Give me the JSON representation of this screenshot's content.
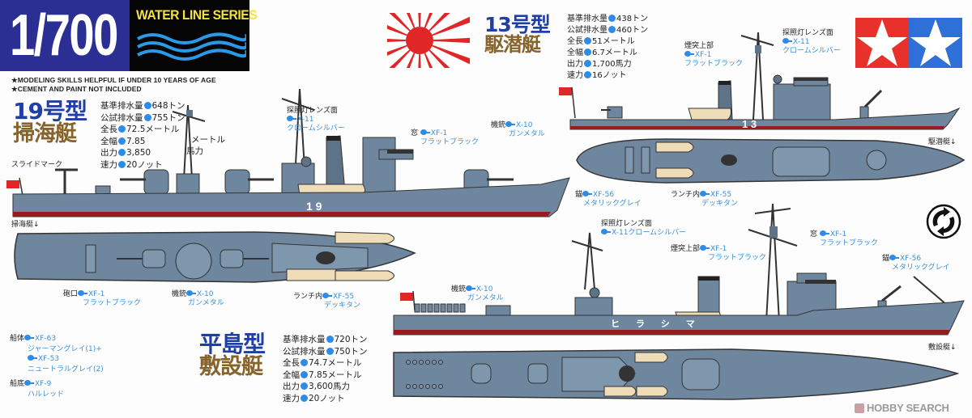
{
  "header": {
    "scale": "1/700",
    "series_title": "WATER LINE SERIES",
    "notes": [
      "★MODELING SKILLS HELPFUL IF UNDER 10 YEARS OF AGE",
      "★CEMENT AND PAINT NOT INCLUDED"
    ],
    "colors": {
      "scale_bg": "#2b2f94",
      "series_bg": "#050505",
      "series_text": "#f5e23a",
      "wave": "#2a9ae8",
      "tamiya_red": "#e8312a",
      "tamiya_blue": "#2f6fd8"
    }
  },
  "ships": {
    "no19": {
      "class_number": "19号型",
      "class_kind": "掃海艇",
      "specs": [
        {
          "label": "基準排水量",
          "value": "648トン"
        },
        {
          "label": "公試排水量",
          "value": "755トン"
        },
        {
          "label": "全長",
          "value": "72.5メートル"
        },
        {
          "label": "全幅",
          "value": "7.85"
        },
        {
          "label": "出力",
          "value": "3,850"
        },
        {
          "label": "速力",
          "value": "20ノット"
        }
      ],
      "spec_suffix_width": "メートル",
      "spec_suffix_power": "馬力",
      "hull_number": "19",
      "slide_mark_label": "スライドマーク",
      "topview_label": "掃海艇↓"
    },
    "no13": {
      "class_number": "13号型",
      "class_kind": "駆潜艇",
      "specs": [
        {
          "label": "基準排水量",
          "value": "438トン"
        },
        {
          "label": "公試排水量",
          "value": "460トン"
        },
        {
          "label": "全長",
          "value": "51メートル"
        },
        {
          "label": "全幅",
          "value": "6.7メートル"
        },
        {
          "label": "出力",
          "value": "1,700馬力"
        },
        {
          "label": "速力",
          "value": "16ノット"
        }
      ],
      "hull_number": "13",
      "topview_label": "駆潜艇↓"
    },
    "hirashima": {
      "class_number": "平島型",
      "class_kind": "敷設艇",
      "specs": [
        {
          "label": "基準排水量",
          "value": "720トン"
        },
        {
          "label": "公試排水量",
          "value": "750トン"
        },
        {
          "label": "全長",
          "value": "74.7メートル"
        },
        {
          "label": "全幅",
          "value": "7.85メートル"
        },
        {
          "label": "出力",
          "value": "3,600馬力"
        },
        {
          "label": "速力",
          "value": "20ノット"
        }
      ],
      "hull_name": "ヒラシマ",
      "topview_label": "敷設艇↓"
    }
  },
  "callouts": {
    "no19_searchlight": {
      "part": "探照灯レンズ面",
      "code": "X-11",
      "color": "クロームシルバー"
    },
    "no19_window": {
      "part": "窓",
      "code": "XF-1",
      "color": "フラットブラック"
    },
    "no19_mg": {
      "part": "機銃",
      "code": "X-10",
      "color": "ガンメタル"
    },
    "no19_muzzle": {
      "part": "砲口",
      "code": "XF-1",
      "color": "フラットブラック"
    },
    "no19_mg_top": {
      "part": "機銃",
      "code": "X-10",
      "color": "ガンメタル"
    },
    "no19_launch": {
      "part": "ランチ内",
      "code": "XF-55",
      "color": "デッキタン"
    },
    "no13_funnel": {
      "part": "煙突上部",
      "code": "XF-1",
      "color": "フラットブラック"
    },
    "no13_searchlight": {
      "part": "探照灯レンズ面",
      "code": "X-11",
      "color": "クロームシルバー"
    },
    "no13_anchor": {
      "part": "錨",
      "code": "XF-56",
      "color": "メタリックグレイ"
    },
    "no13_launch": {
      "part": "ランチ内",
      "code": "XF-55",
      "color": "デッキタン"
    },
    "hs_searchlight": {
      "part": "探照灯レンズ面",
      "code": "X-11",
      "color": "クロームシルバー"
    },
    "hs_funnel": {
      "part": "煙突上部",
      "code": "XF-1",
      "color": "フラットブラック"
    },
    "hs_window": {
      "part": "窓",
      "code": "XF-1",
      "color": "フラットブラック"
    },
    "hs_anchor": {
      "part": "錨",
      "code": "XF-56",
      "color": "メタリックグレイ"
    },
    "hs_mg": {
      "part": "機銃",
      "code": "X-10",
      "color": "ガンメタル"
    }
  },
  "hull_paint": {
    "hull_label": "船体",
    "hull_code1": "XF-63",
    "hull_color1": "ジャーマングレイ(1)+",
    "hull_code2": "XF-53",
    "hull_color2": "ニュートラルグレイ(2)",
    "bottom_label": "船底",
    "bottom_code": "XF-9",
    "bottom_color": "ハルレッド"
  },
  "watermark": {
    "brand": "HOBBY SEARCH"
  },
  "colors": {
    "hull_gray": "#6f879e",
    "hull_gray_dark": "#5b6f84",
    "hull_red": "#9a1a22",
    "deck_tan": "#efdcb8",
    "paint_blue": "#3c8fd8"
  }
}
